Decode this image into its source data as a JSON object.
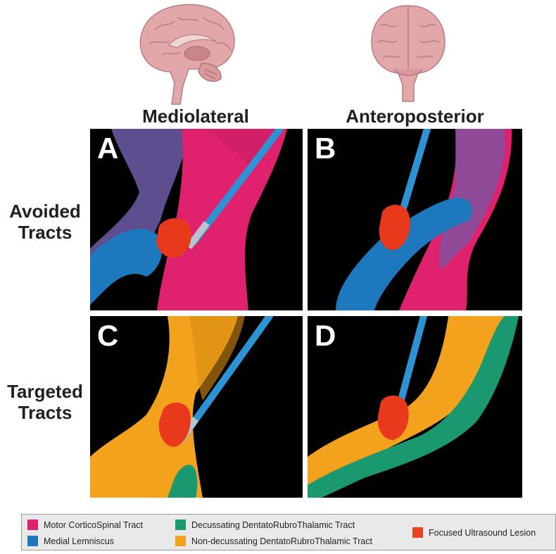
{
  "headers": {
    "col1": "Mediolateral",
    "col2": "Anteroposterior"
  },
  "row_labels": {
    "row1": [
      "Avoided",
      "Tracts"
    ],
    "row2": [
      "Targeted",
      "Tracts"
    ]
  },
  "panels": [
    {
      "letter": "A"
    },
    {
      "letter": "B"
    },
    {
      "letter": "C"
    },
    {
      "letter": "D"
    }
  ],
  "legend": {
    "items": [
      {
        "label": "Motor CorticoSpinal Tract",
        "color": "#e0226e"
      },
      {
        "label": "Medial Lemniscus",
        "color": "#1e78bd"
      },
      {
        "label": "Decussating DentatoRubroThalamic Tract",
        "color": "#1a9970"
      },
      {
        "label": "Non-decussating DentatoRubroThalamic Tract",
        "color": "#f3a21d"
      },
      {
        "label": "Focused Ultrasound Lesion",
        "color": "#ea4125"
      }
    ]
  },
  "colors": {
    "brain": "#e2a7a8",
    "probe": "#2c93d4",
    "lesion": "#e8391d"
  }
}
